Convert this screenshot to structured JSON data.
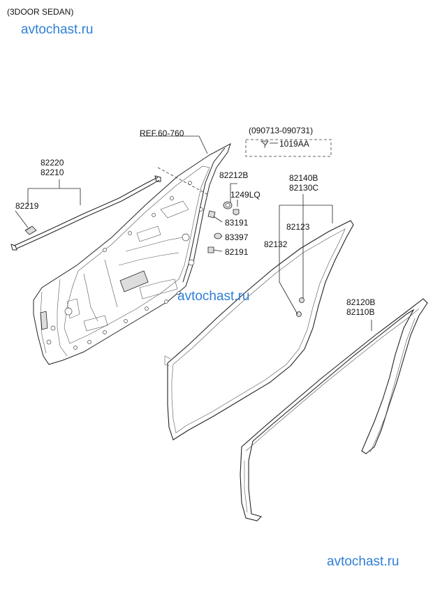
{
  "header": {
    "variant": "(3DOOR SEDAN)"
  },
  "watermarks": {
    "top": "avtochast.ru",
    "middle": "avtochast.ru",
    "bottom": "avtochast.ru"
  },
  "colors": {
    "watermark": "#2f7fd6",
    "lines": "#222222",
    "background": "#ffffff"
  },
  "reference": {
    "label": "REF.60-760"
  },
  "applicability": {
    "date_range": "(090713-090731)",
    "part": "1019AA"
  },
  "callouts": {
    "outer_strip_1": "82220",
    "outer_strip_2": "82210",
    "outer_strip_clip": "82219",
    "fastener_group_1": "82212B",
    "fastener_group_2": "1249LQ",
    "plug_1": "83191",
    "plug_2": "83397",
    "plug_3": "82191",
    "door_seal_1": "82140B",
    "door_seal_2": "82130C",
    "seal_clip_a": "82123",
    "seal_clip_b": "82132",
    "body_seal_1": "82120B",
    "body_seal_2": "82110B"
  }
}
